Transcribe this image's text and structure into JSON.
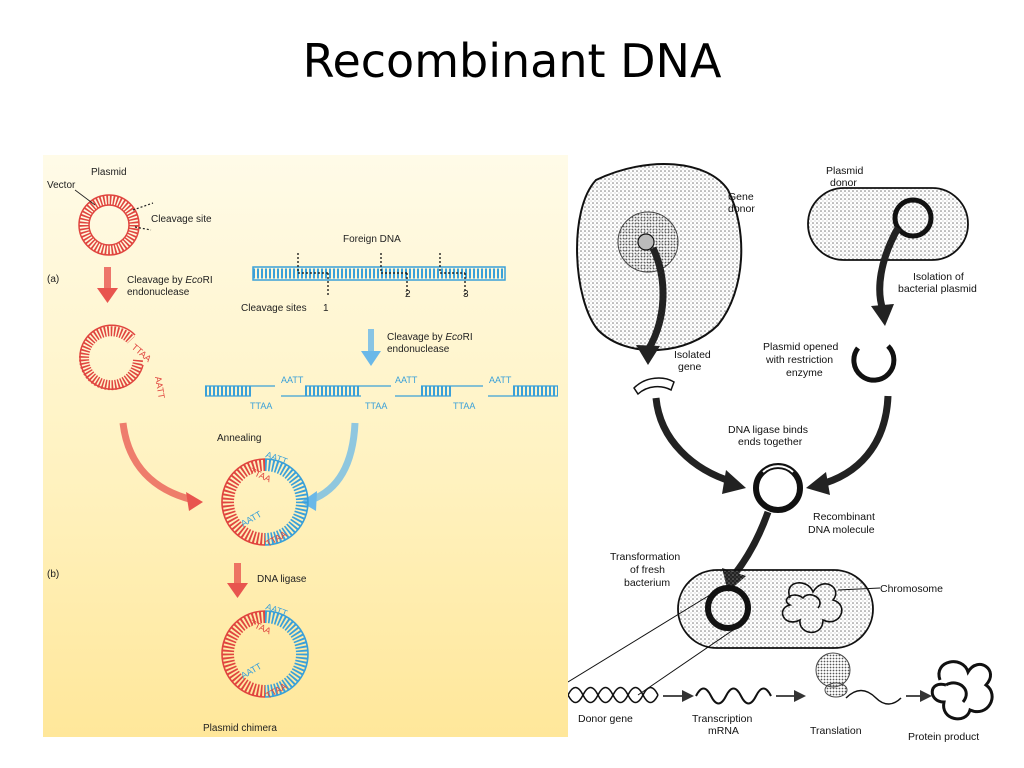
{
  "slide": {
    "title": "Recombinant DNA"
  },
  "left": {
    "plasmid": "Plasmid",
    "vector": "Vector",
    "cleavage_site": "Cleavage site",
    "foreign_dna": "Foreign DNA",
    "panel_a": "(a)",
    "cleavage_by_1": "Cleavage by ",
    "enzyme_italic": "Eco",
    "enzyme_rest": "RI",
    "endonuclease": "endonuclease",
    "cleavage_sites": "Cleavage sites",
    "site_1": "1",
    "site_2": "2",
    "site_3": "3",
    "aatt": "AATT",
    "ttaa": "TTAA",
    "annealing": "Annealing",
    "panel_b": "(b)",
    "dna_ligase": "DNA ligase",
    "plasmid_chimera": "Plasmid chimera",
    "colors": {
      "red": "#e0453f",
      "blue": "#3aa0d8",
      "arrow_red": "#e8554f",
      "arrow_blue": "#6ab8e8"
    }
  },
  "right": {
    "gene_donor_1": "Gene",
    "gene_donor_2": "donor",
    "plasmid_donor_1": "Plasmid",
    "plasmid_donor_2": "donor",
    "isolation_1": "Isolation of",
    "isolation_2": "bacterial plasmid",
    "isolated_gene_1": "Isolated",
    "isolated_gene_2": "gene",
    "plasmid_opened_1": "Plasmid opened",
    "plasmid_opened_2": "with restriction",
    "plasmid_opened_3": "enzyme",
    "ligase_1": "DNA ligase binds",
    "ligase_2": "ends together",
    "recombinant_1": "Recombinant",
    "recombinant_2": "DNA molecule",
    "transformation_1": "Transformation",
    "transformation_2": "of fresh",
    "transformation_3": "bacterium",
    "chromosome": "Chromosome",
    "donor_gene": "Donor gene",
    "transcription_1": "Transcription",
    "transcription_2": "mRNA",
    "translation": "Translation",
    "protein_product": "Protein product"
  }
}
